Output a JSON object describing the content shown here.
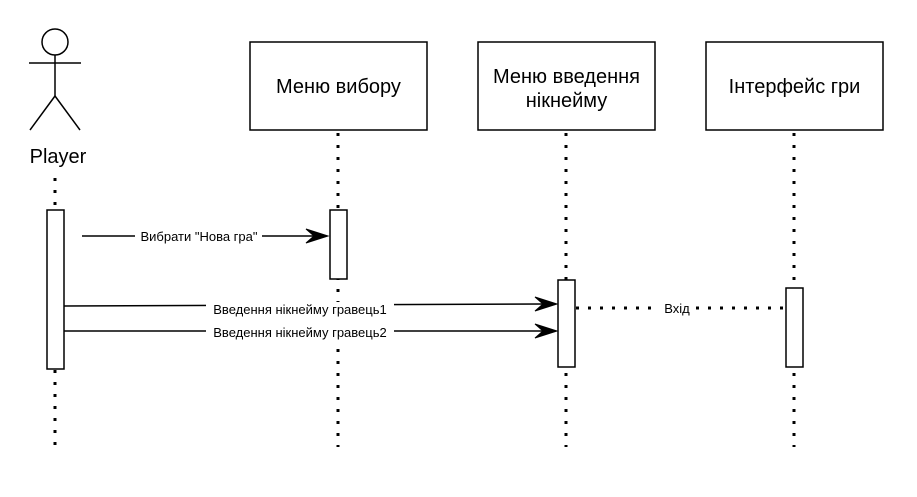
{
  "actor": {
    "label": "Player"
  },
  "participants": [
    {
      "id": "choice-menu",
      "lines": [
        "Меню вибору"
      ]
    },
    {
      "id": "nickname-menu",
      "lines": [
        "Меню введення",
        "нікнейму"
      ]
    },
    {
      "id": "game-interface",
      "lines": [
        "Інтерфейс гри"
      ]
    }
  ],
  "messages": [
    {
      "from": "Player",
      "to": "Меню вибору",
      "label": "Вибрати \"Нова гра\"",
      "style": "solid"
    },
    {
      "from": "Player",
      "to": "Меню введення нікнейму",
      "label": "Введення нікнейму гравець1",
      "style": "solid"
    },
    {
      "from": "Player",
      "to": "Меню введення нікнейму",
      "label": "Введення нікнейму гравець2",
      "style": "solid"
    },
    {
      "from": "Меню введення нікнейму",
      "to": "Інтерфейс гри",
      "label": "Вхід",
      "style": "dotted"
    }
  ]
}
